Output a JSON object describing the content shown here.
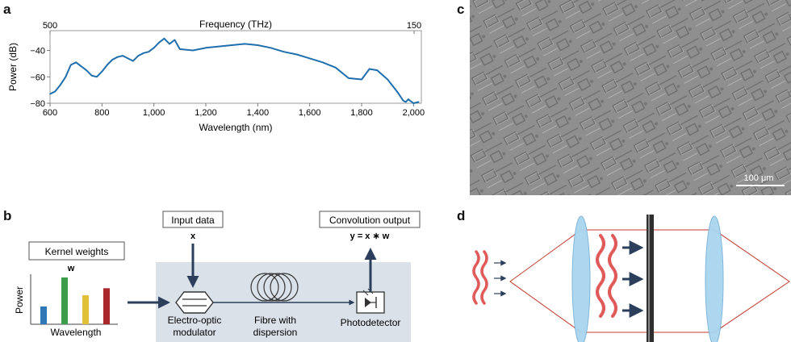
{
  "panels": {
    "a": {
      "letter": "a",
      "top_axis_label": "Frequency (THz)",
      "top_ticks": [
        "500",
        "150"
      ],
      "x_axis_label": "Wavelength (nm)",
      "y_axis_label": "Power (dB)",
      "x_ticks": [
        "600",
        "800",
        "1,000",
        "1,200",
        "1,400",
        "1,600",
        "1,800",
        "2,000"
      ],
      "y_ticks": [
        "−40",
        "−60",
        "−80"
      ],
      "line_color": "#1f6fae"
    },
    "b": {
      "letter": "b",
      "kernel_title": "Kernel weights",
      "kernel_symbol": "w",
      "kernel_y_label": "Power",
      "kernel_x_label": "Wavelength",
      "input_title": "Input data",
      "input_symbol": "x",
      "output_title": "Convolution output",
      "output_formula": "y = x ∗ w",
      "modulator_label_1": "Electro-optic",
      "modulator_label_2": "modulator",
      "fibre_label_1": "Fibre with",
      "fibre_label_2": "dispersion",
      "detector_label": "Photodetector",
      "bar_colors": [
        "#2f78b7",
        "#3a9e4a",
        "#e2c13a",
        "#a9262a"
      ],
      "bar_values": [
        0.38,
        1.0,
        0.62,
        0.77
      ]
    },
    "c": {
      "letter": "c",
      "scale_label": "100 μm"
    },
    "d": {
      "letter": "d"
    }
  },
  "chart_data": {
    "type": "line",
    "title": "",
    "xlabel": "Wavelength (nm)",
    "ylabel": "Power (dB)",
    "secondary_xlabel": "Frequency (THz)",
    "xlim": [
      600,
      2030
    ],
    "ylim": [
      -80,
      -25
    ],
    "x": [
      600,
      620,
      640,
      660,
      680,
      700,
      720,
      740,
      760,
      780,
      800,
      820,
      840,
      860,
      880,
      900,
      920,
      940,
      960,
      980,
      1000,
      1020,
      1040,
      1060,
      1080,
      1100,
      1150,
      1200,
      1250,
      1300,
      1350,
      1400,
      1450,
      1500,
      1550,
      1600,
      1650,
      1700,
      1750,
      1800,
      1830,
      1860,
      1900,
      1940,
      1960,
      1970,
      1980,
      2000,
      2020
    ],
    "y": [
      -73,
      -71,
      -66,
      -60,
      -51,
      -49,
      -52,
      -55,
      -59,
      -60,
      -56,
      -51,
      -47,
      -45,
      -44,
      -46,
      -48,
      -44,
      -42,
      -41,
      -38,
      -34,
      -31,
      -35,
      -32,
      -39,
      -40,
      -38,
      -37,
      -36,
      -35,
      -36,
      -38,
      -41,
      -43,
      -46,
      -49,
      -53,
      -61,
      -62,
      -54,
      -55,
      -62,
      -72,
      -78,
      -79,
      -77,
      -80,
      -79
    ],
    "series": [
      {
        "values": [
          -73,
          -71,
          -66,
          -60,
          -51,
          -49,
          -52,
          -55,
          -59,
          -60,
          -56,
          -51,
          -47,
          -45,
          -44,
          -46,
          -48,
          -44,
          -42,
          -41,
          -38,
          -34,
          -31,
          -35,
          -32,
          -39,
          -40,
          -38,
          -37,
          -36,
          -35,
          -36,
          -38,
          -41,
          -43,
          -46,
          -49,
          -53,
          -61,
          -62,
          -54,
          -55,
          -62,
          -72,
          -78,
          -79,
          -77,
          -80,
          -79
        ]
      }
    ]
  }
}
